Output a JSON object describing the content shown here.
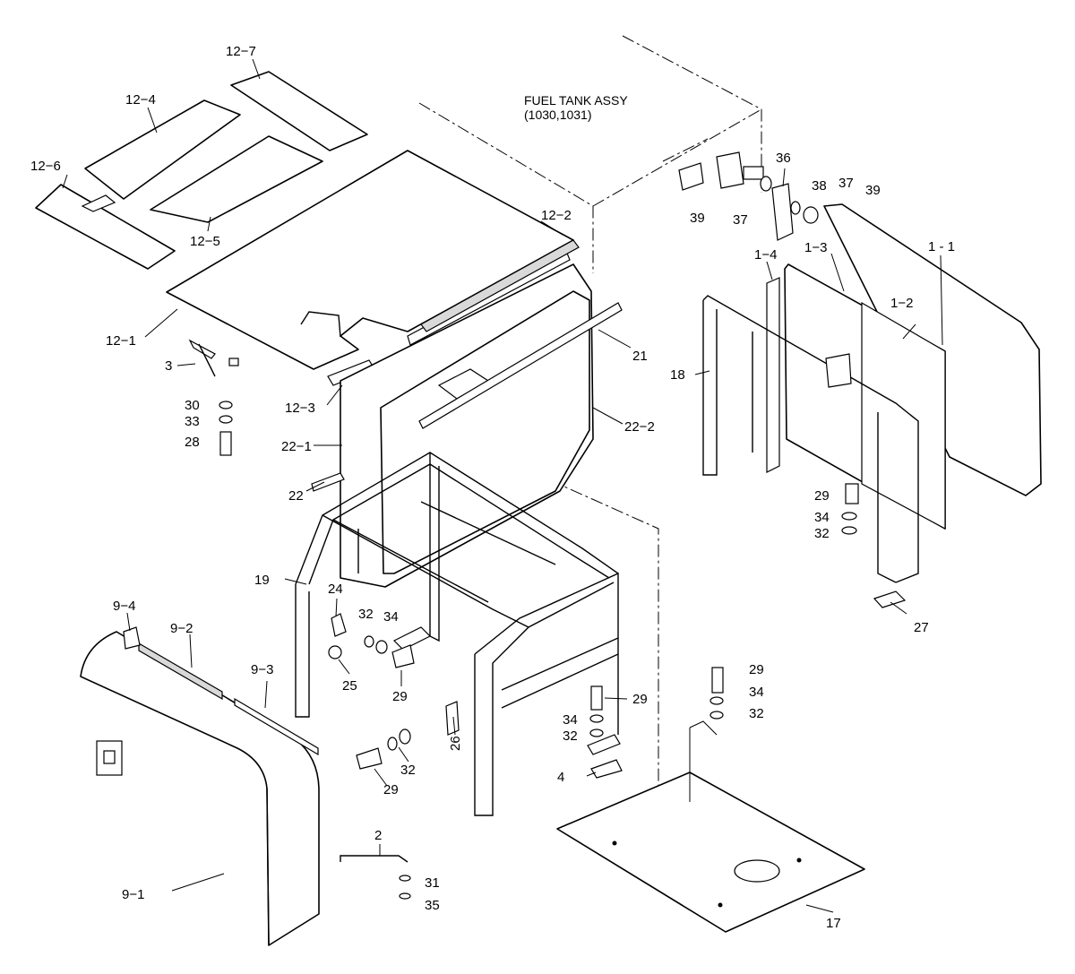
{
  "diagram": {
    "title_line1": "FUEL TANK ASSY",
    "title_line2": "(1030,1031)",
    "labels": {
      "p12_7": "12−7",
      "p12_4": "12−4",
      "p12_6": "12−6",
      "p12_5": "12−5",
      "p12_2": "12−2",
      "p12_1": "12−1",
      "p12_3": "12−3",
      "p3": "3",
      "p30": "30",
      "p33": "33",
      "p28": "28",
      "p21": "21",
      "p22_2": "22−2",
      "p22_1": "22−1",
      "p22": "22",
      "p36": "36",
      "p38": "38",
      "p37a": "37",
      "p39a": "39",
      "p39b": "39",
      "p37b": "37",
      "p1_1": "1 - 1",
      "p1_3": "1−3",
      "p1_4": "1−4",
      "p1_2": "1−2",
      "p18": "18",
      "p29a": "29",
      "p34a": "34",
      "p32a": "32",
      "p27": "27",
      "p19": "19",
      "p24": "24",
      "p32b": "32",
      "p34b": "34",
      "p25": "25",
      "p29b": "29",
      "p9_4": "9−4",
      "p9_2": "9−2",
      "p9_3": "9−3",
      "p29c": "29",
      "p34c": "34",
      "p32c": "32",
      "p29d": "29",
      "p34d": "34",
      "p32d": "32",
      "p26": "26",
      "p32e": "32",
      "p29e": "29",
      "p4": "4",
      "p2": "2",
      "p31": "31",
      "p35": "35",
      "p9_1": "9−1",
      "p17": "17"
    },
    "colors": {
      "line": "#000000",
      "background": "#ffffff",
      "shade": "#d9d9d9"
    }
  }
}
